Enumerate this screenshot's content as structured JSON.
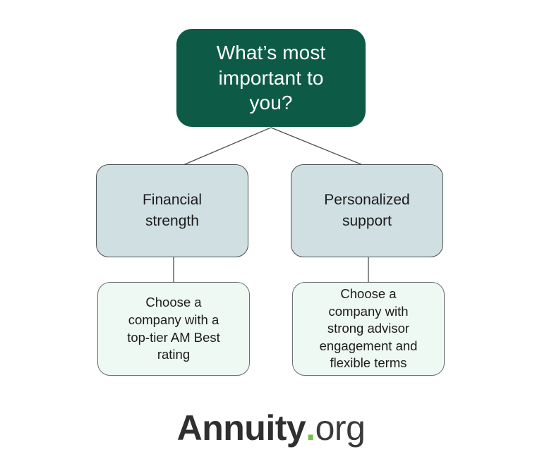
{
  "background_color": "#ffffff",
  "diagram": {
    "type": "flowchart",
    "title": "What's most important to you?",
    "nodes": [
      {
        "id": "root",
        "role": "question",
        "label": "What’s most important to\nyou?",
        "fill": "#0d5b46",
        "text_color": "#ffffff"
      },
      {
        "id": "branch-financial-strength",
        "role": "option",
        "label": "Financial\nstrength",
        "fill": "#cfdfe2",
        "text_color": "#1b1b1b"
      },
      {
        "id": "branch-personalized-support",
        "role": "option",
        "label": "Personalized\nsupport",
        "fill": "#cfdfe2",
        "text_color": "#1b1b1b"
      },
      {
        "id": "leaf-financial-strength",
        "role": "recommendation",
        "label": "Choose a\ncompany with a\ntop-tier AM Best\nrating",
        "fill": "#eff9f4",
        "text_color": "#1b1b1b"
      },
      {
        "id": "leaf-personalized-support",
        "role": "recommendation",
        "label": "Choose a\ncompany with\nstrong advisor\nengagement and\nflexible terms",
        "fill": "#eff9f4",
        "text_color": "#1b1b1b"
      }
    ],
    "edges": [
      {
        "from": "root",
        "to": "branch-financial-strength"
      },
      {
        "from": "root",
        "to": "branch-personalized-support"
      },
      {
        "from": "branch-financial-strength",
        "to": "leaf-financial-strength"
      },
      {
        "from": "branch-personalized-support",
        "to": "leaf-personalized-support"
      }
    ],
    "edge_color": "#4a4f52"
  },
  "brand": {
    "name": "Annuity",
    "dot": ".",
    "tld": "org",
    "dot_color": "#76c043",
    "name_color": "#2f2f2f",
    "tld_color": "#3a3a3a"
  }
}
